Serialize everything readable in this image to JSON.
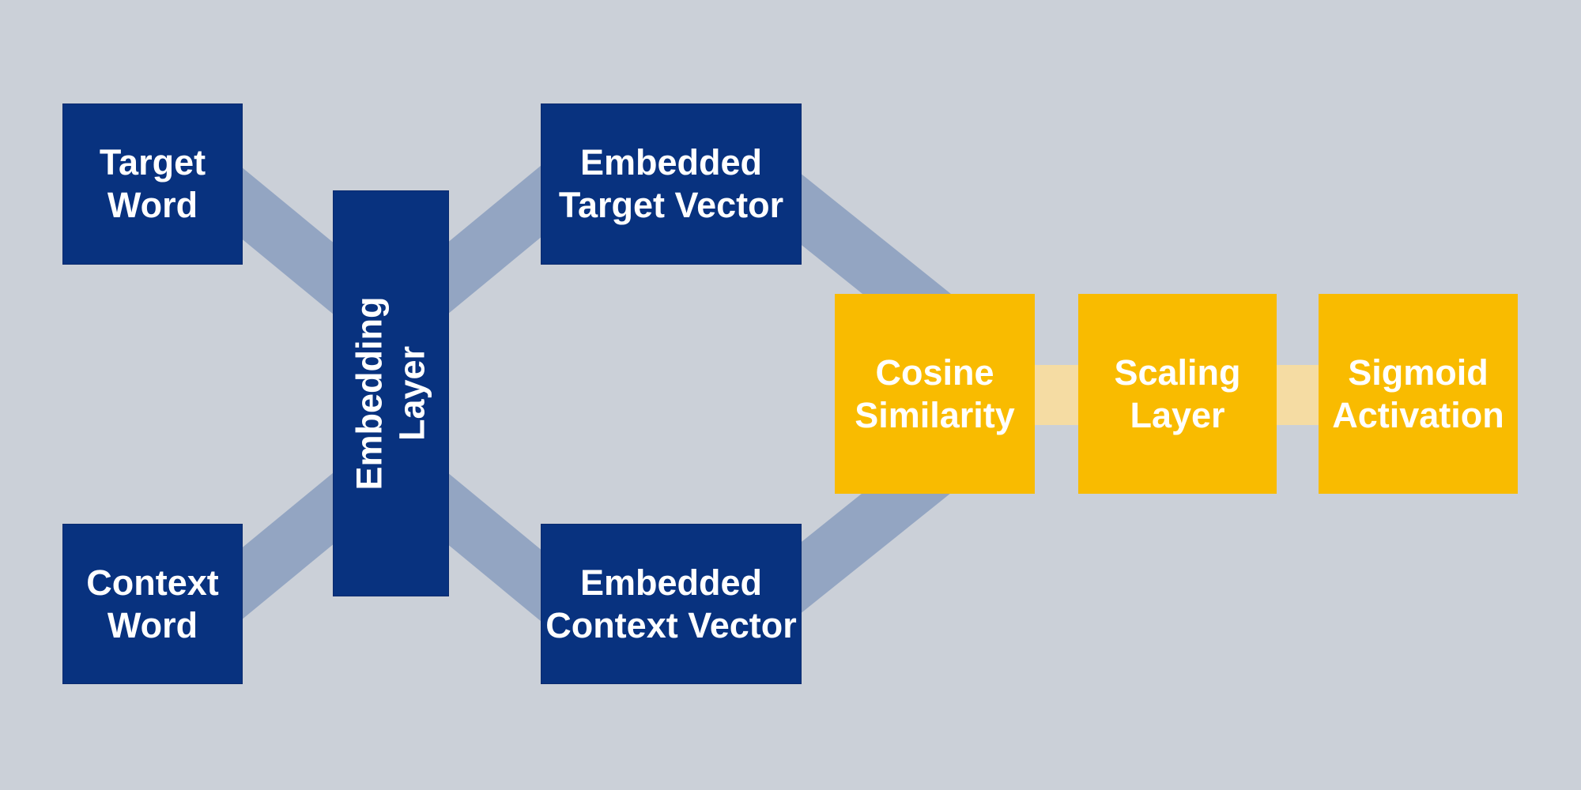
{
  "colors": {
    "background": "#cbd0d8",
    "input_box": "#08327f",
    "output_box": "#f9bb00",
    "blue_connector": "#93a5c2",
    "yellow_connector": "#f5dca3"
  },
  "nodes": {
    "target_word": "Target\nWord",
    "context_word": "Context\nWord",
    "embedding_layer": "Embedding Layer",
    "embedded_target": "Embedded\nTarget Vector",
    "embedded_context": "Embedded\nContext Vector",
    "cosine_similarity": "Cosine\nSimilarity",
    "scaling_layer": "Scaling\nLayer",
    "sigmoid_activation": "Sigmoid\nActivation"
  },
  "edges": [
    [
      "target_word",
      "embedding_layer"
    ],
    [
      "context_word",
      "embedding_layer"
    ],
    [
      "embedding_layer",
      "embedded_target"
    ],
    [
      "embedding_layer",
      "embedded_context"
    ],
    [
      "embedded_target",
      "cosine_similarity"
    ],
    [
      "embedded_context",
      "cosine_similarity"
    ],
    [
      "cosine_similarity",
      "scaling_layer"
    ],
    [
      "scaling_layer",
      "sigmoid_activation"
    ]
  ]
}
